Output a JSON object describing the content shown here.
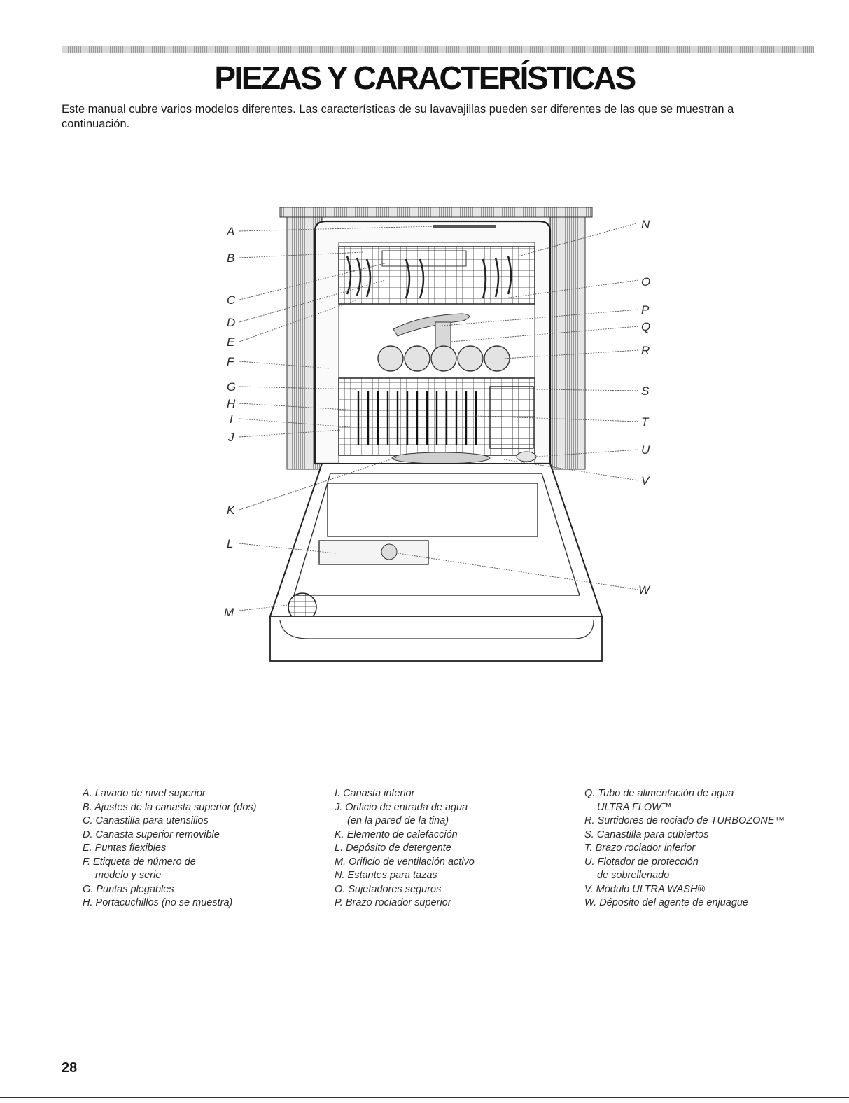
{
  "header": {
    "title": "PIEZAS Y CARACTERÍSTICAS",
    "intro": "Este manual cubre varios modelos diferentes. Las características de su lavavajillas pueden ser diferentes de las que se muestran a continuación."
  },
  "diagram": {
    "callouts": [
      "A",
      "B",
      "C",
      "D",
      "E",
      "F",
      "G",
      "H",
      "I",
      "J",
      "K",
      "L",
      "M",
      "N",
      "O",
      "P",
      "Q",
      "R",
      "S",
      "T",
      "U",
      "V",
      "W"
    ]
  },
  "legend": {
    "col1": [
      {
        "l1": "A. Lavado de nivel superior"
      },
      {
        "l1": "B. Ajustes de la canasta superior (dos)"
      },
      {
        "l1": "C. Canastilla para utensilios"
      },
      {
        "l1": "D. Canasta superior removible"
      },
      {
        "l1": "E. Puntas flexibles"
      },
      {
        "l1": "F. Etiqueta de número de",
        "l2": "modelo y serie"
      },
      {
        "l1": "G. Puntas plegables"
      },
      {
        "l1": "H. Portacuchillos (no se muestra)"
      }
    ],
    "col2": [
      {
        "l1": "I. Canasta inferior"
      },
      {
        "l1": "J. Orificio de entrada de agua",
        "l2": "(en la pared de la tina)"
      },
      {
        "l1": "K. Elemento de calefacción"
      },
      {
        "l1": "L. Depósito de detergente"
      },
      {
        "l1": "M. Orificio de ventilación activo"
      },
      {
        "l1": "N. Estantes para tazas"
      },
      {
        "l1": "O. Sujetadores seguros"
      },
      {
        "l1": "P. Brazo rociador superior"
      }
    ],
    "col3": [
      {
        "l1": "Q. Tubo de alimentación de agua",
        "l2": "ULTRA FLOW™"
      },
      {
        "l1": "R. Surtidores de rociado de TURBOZONE™"
      },
      {
        "l1": "S. Canastilla para cubiertos"
      },
      {
        "l1": "T. Brazo rociador inferior"
      },
      {
        "l1": "U. Flotador de protección",
        "l2": "de sobrellenado"
      },
      {
        "l1": "V. Módulo ULTRA WASH®"
      },
      {
        "l1": "W. Déposito del agente de enjuague"
      }
    ]
  },
  "footer": {
    "page_number": "28"
  }
}
